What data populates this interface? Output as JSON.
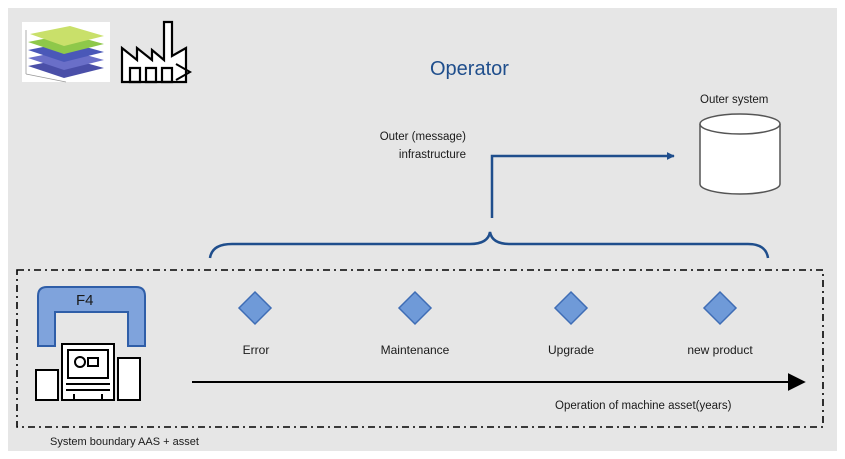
{
  "title": "Operator",
  "outer_system": {
    "label": "Outer system"
  },
  "infrastructure": {
    "line1": "Outer (message)",
    "line2": "infrastructure"
  },
  "asset": {
    "label": "F4"
  },
  "events": [
    {
      "label": "Error"
    },
    {
      "label": "Maintenance"
    },
    {
      "label": "Upgrade"
    },
    {
      "label": "new product"
    }
  ],
  "timeline": {
    "label": "Operation of machine asset(years)"
  },
  "boundary": {
    "label": "System boundary AAS + asset"
  },
  "icons": [
    "layers-stack-icon",
    "factory-icon",
    "database-cylinder-icon",
    "machine-tool-icon"
  ],
  "colors": {
    "background": "#e6e6e6",
    "accent_line": "#1f4e8c",
    "diamond_fill": "#6f9ad8",
    "diamond_stroke": "#3f6db5",
    "shell_fill": "#7fa3dc",
    "shell_stroke": "#2f5ea8"
  }
}
